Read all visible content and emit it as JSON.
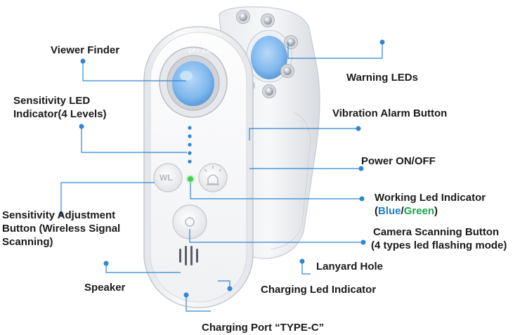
{
  "watermark": {
    "brand": "SAFETY NET",
    "sub": "SPY CAMERA"
  },
  "device": {
    "wl_button_text": "WL"
  },
  "labels": {
    "viewer_finder": "Viewer Finder",
    "sensitivity_led_line1": "Sensitivity LED",
    "sensitivity_led_line2": "Indicator(4 Levels)",
    "sensitivity_adjust_line1": "Sensitivity Adjustment",
    "sensitivity_adjust_line2": "Button (Wireless Signal",
    "sensitivity_adjust_line3": "Scanning)",
    "speaker": "Speaker",
    "charging_port": "Charging Port “TYPE-C”",
    "warning_leds": "Warning LEDs",
    "vibration_alarm": "Vibration Alarm Button",
    "power": "Power ON/OFF",
    "working_led_line1": "Working Led Indicator",
    "working_led_open": "(",
    "working_led_blue": "Blue",
    "working_led_slash": "/",
    "working_led_green": "Green",
    "working_led_close": ")",
    "camera_scan_line1": "Camera Scanning Button",
    "camera_scan_line2": "(4 types led flashing mode)",
    "lanyard_hole": "Lanyard Hole",
    "charging_led": "Charging Led Indicator"
  },
  "colors": {
    "leader": "#2f86d6",
    "lens_blue": "#7fb8ee",
    "indicator_blue": "#2f86d6",
    "indicator_green": "#43d14a"
  }
}
